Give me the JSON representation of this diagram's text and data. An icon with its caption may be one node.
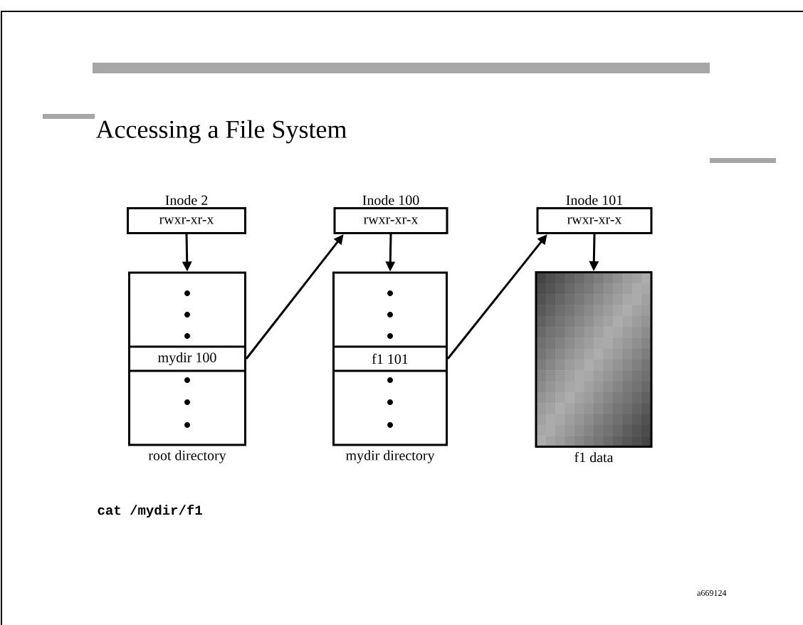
{
  "diagram": {
    "title": "Accessing a File System",
    "nodes": [
      {
        "text": [
          "Inode 2",
          "rwxr-xr-x"
        ]
      },
      {
        "text": [],
        "shape": "box",
        "beside": [
          "root directory"
        ]
      },
      {
        "text": [
          "mydir 100"
        ],
        "in": 1
      },
      {
        "text": [
          "Inode 100",
          "rwxr-xr-x"
        ]
      },
      {
        "text": [],
        "shape": "box",
        "beside": [
          "mydir directory"
        ]
      },
      {
        "text": [
          "f1 101"
        ],
        "in": 4
      },
      {
        "text": [
          "Inode 101",
          "rwxr-xr-x"
        ]
      },
      {
        "text": [],
        "shape": "box",
        "beside": [
          "f1 data"
        ]
      }
    ],
    "edges": [
      {
        "from": 0,
        "to": 1,
        "arrow": "to"
      },
      {
        "from": 2,
        "to": 3,
        "arrow": "to"
      },
      {
        "from": 3,
        "to": 4,
        "arrow": "to"
      },
      {
        "from": 5,
        "to": 6,
        "arrow": "to"
      },
      {
        "from": 6,
        "to": 7,
        "arrow": "to"
      }
    ],
    "labels": [
      "cat /mydir/f1",
      "a669124"
    ]
  }
}
